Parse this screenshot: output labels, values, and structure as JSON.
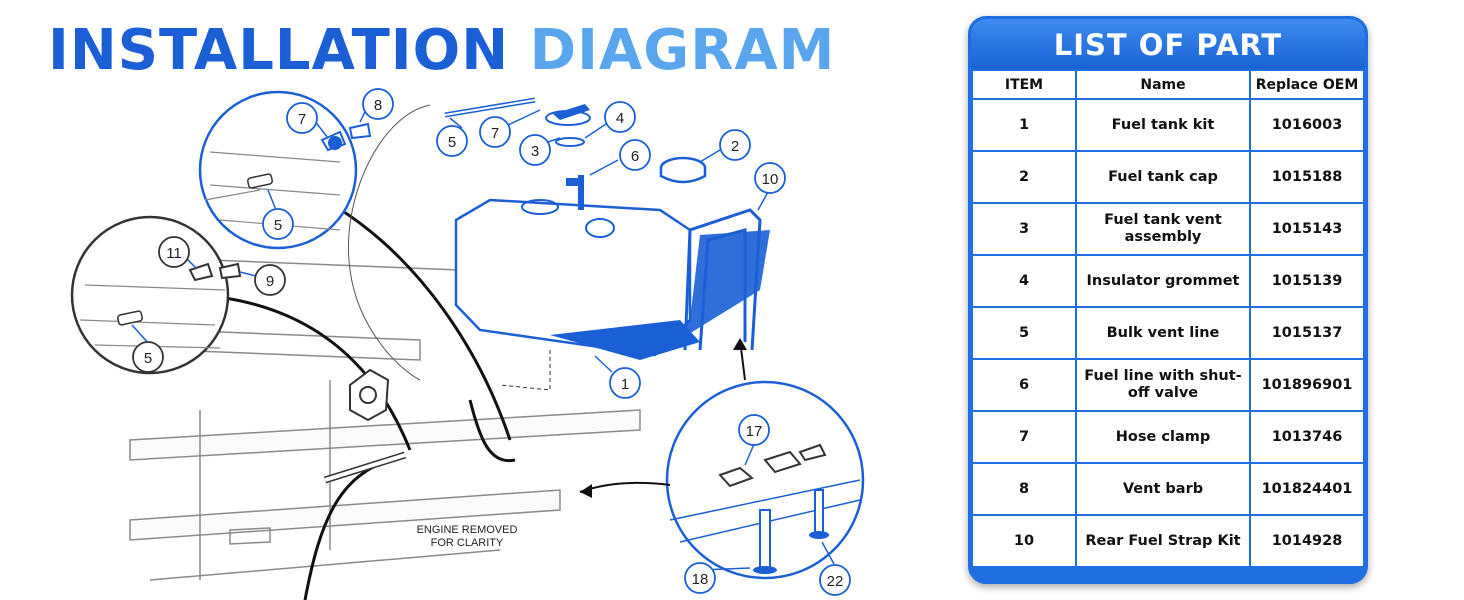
{
  "title": {
    "word1": "INSTALLATION",
    "word2": "DIAGRAM"
  },
  "diagram": {
    "note_line1": "ENGINE REMOVED",
    "note_line2": "FOR CLARITY",
    "callouts": [
      "7",
      "8",
      "5",
      "7",
      "5",
      "3",
      "4",
      "6",
      "2",
      "10",
      "11",
      "9",
      "5",
      "1",
      "17",
      "18",
      "22"
    ]
  },
  "parts_list": {
    "title": "LIST OF PART",
    "headers": {
      "item": "ITEM",
      "name": "Name",
      "oem": "Replace OEM"
    },
    "rows": [
      {
        "item": "1",
        "name": "Fuel tank kit",
        "oem": "1016003"
      },
      {
        "item": "2",
        "name": "Fuel tank cap",
        "oem": "1015188"
      },
      {
        "item": "3",
        "name": "Fuel tank vent assembly",
        "oem": "1015143"
      },
      {
        "item": "4",
        "name": "Insulator grommet",
        "oem": "1015139"
      },
      {
        "item": "5",
        "name": "Bulk vent line",
        "oem": "1015137"
      },
      {
        "item": "6",
        "name": "Fuel line with shut-off valve",
        "oem": "101896901"
      },
      {
        "item": "7",
        "name": "Hose clamp",
        "oem": "1013746"
      },
      {
        "item": "8",
        "name": "Vent barb",
        "oem": "101824401"
      },
      {
        "item": "10",
        "name": "Rear Fuel Strap Kit",
        "oem": "1014928"
      }
    ]
  },
  "colors": {
    "primary": "#1a5fd6",
    "accent": "#5aa6ee",
    "line": "#1f6fe0"
  }
}
